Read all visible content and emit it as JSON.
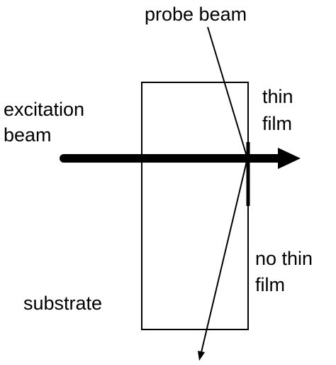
{
  "labels": {
    "probe_beam": "probe beam",
    "excitation_line1": "excitation",
    "excitation_line2": "beam",
    "thin_film_line1": "thin",
    "thin_film_line2": "film",
    "no_thin_film_line1": "no thin",
    "no_thin_film_line2": "film",
    "substrate": "substrate"
  },
  "colors": {
    "ink": "#000000",
    "background": "#ffffff"
  }
}
